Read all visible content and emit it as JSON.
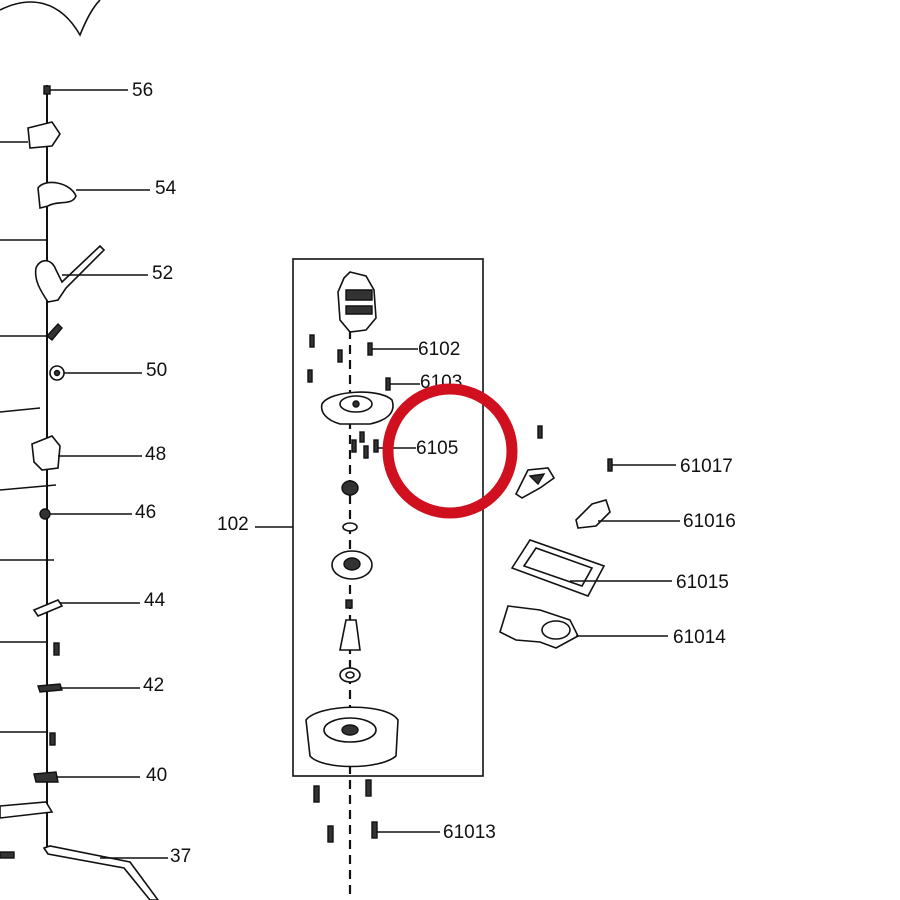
{
  "labels": {
    "l56": "56",
    "l54": "54",
    "l52": "52",
    "l50": "50",
    "l48": "48",
    "l46": "46",
    "l44": "44",
    "l42": "42",
    "l40": "40",
    "l37": "37",
    "l102": "102",
    "l6102": "6102",
    "l6103": "6103",
    "l6105": "6105",
    "l61017": "61017",
    "l61016": "61016",
    "l61015": "61015",
    "l61014": "61014",
    "l61013": "61013"
  },
  "highlight": {
    "color": "#d0101e"
  }
}
